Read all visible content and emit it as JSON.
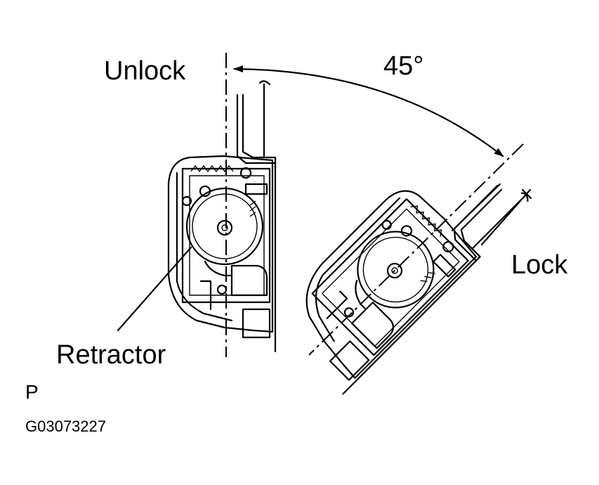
{
  "labels": {
    "unlock": "Unlock",
    "angle": "45°",
    "lock": "Lock",
    "retractor": "Retractor",
    "view": "P",
    "figure_code": "G03073227"
  },
  "colors": {
    "ink": "#000000",
    "paper": "#ffffff"
  },
  "rotation_angle_deg": 45
}
